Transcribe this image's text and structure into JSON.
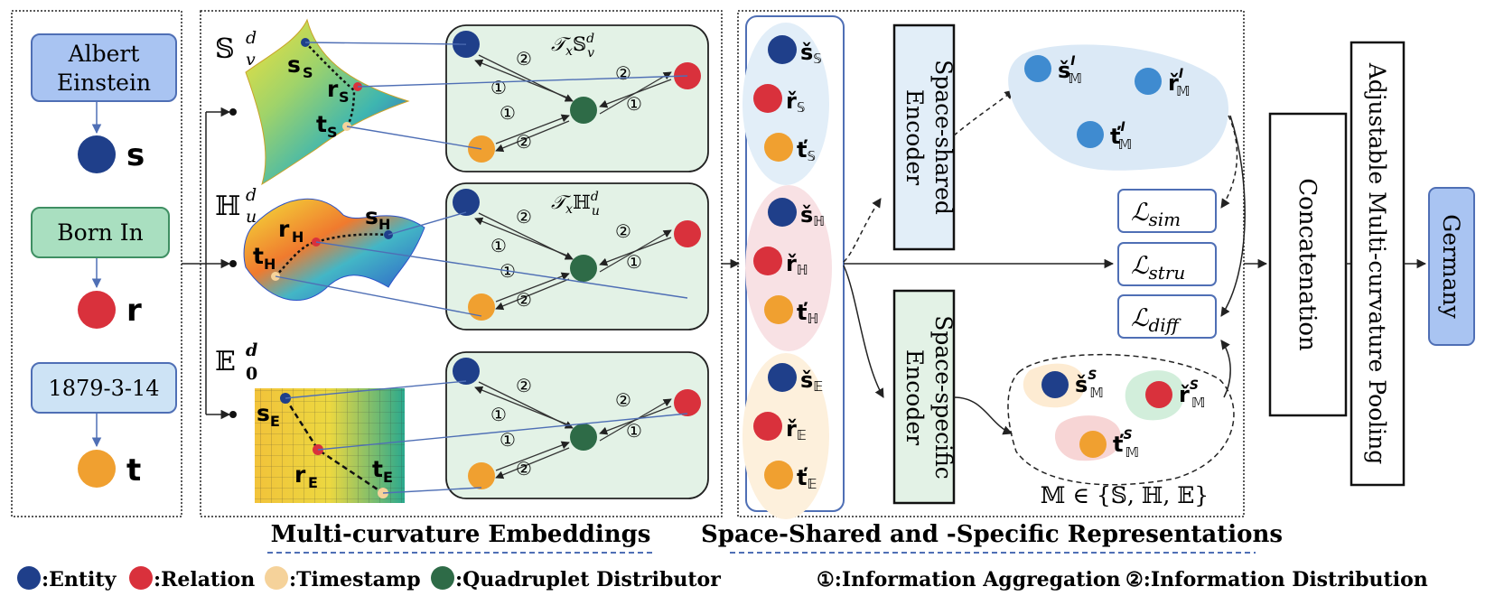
{
  "input": {
    "subject": {
      "label_line1": "Albert",
      "label_line2": "Einstein",
      "symbol": "s"
    },
    "relation": {
      "label": "Born In",
      "symbol": "r"
    },
    "time": {
      "label": "1879-3-14",
      "symbol": "t"
    }
  },
  "manifolds": {
    "sphere": {
      "name": "𝕊",
      "sub": "v",
      "sup": "d",
      "tangent_name": "𝒯",
      "tangent_sub": "x",
      "tangent_space": "𝕊",
      "tangent_space_sub": "v",
      "tangent_space_sup": "d",
      "s_label": "s",
      "s_sub": "S",
      "r_label": "r",
      "r_sub": "S",
      "t_label": "t",
      "t_sub": "S"
    },
    "hyperbolic": {
      "name": "ℍ",
      "sub": "u",
      "sup": "d",
      "tangent_name": "𝒯",
      "tangent_sub": "x",
      "tangent_space": "ℍ",
      "tangent_space_sub": "u",
      "tangent_space_sup": "d",
      "s_label": "s",
      "s_sub": "H",
      "r_label": "r",
      "r_sub": "H",
      "t_label": "t",
      "t_sub": "H"
    },
    "euclidean": {
      "name": "𝔼",
      "sub": "0",
      "sup": "d",
      "s_label": "s",
      "s_sub": "E",
      "r_label": "r",
      "r_sub": "E",
      "t_label": "t",
      "t_sub": "E"
    },
    "step1": "①",
    "step2": "②"
  },
  "section_titles": {
    "embeddings": "Multi-curvature Embeddings",
    "representations": "Space-Shared and -Specific Representations"
  },
  "projected": {
    "s": "š",
    "r": "ř",
    "t": "ť",
    "sphere_sub": "𝕊",
    "hyper_sub": "ℍ",
    "eucl_sub": "𝔼"
  },
  "encoders": {
    "shared_line1": "Space-shared",
    "shared_line2": "Encoder",
    "specific_line1": "Space-specific",
    "specific_line2": "Encoder"
  },
  "shared_outputs": {
    "s": "š",
    "r": "ř",
    "t": "ť",
    "sub": "𝕄",
    "sup": "I"
  },
  "specific_outputs": {
    "s": "š",
    "r": "ř",
    "t": "ť",
    "sub": "𝕄",
    "sup": "S"
  },
  "manifold_set": "𝕄 ∈ {𝕊, ℍ, 𝔼}",
  "losses": {
    "symbol": "ℒ",
    "sim": "sim",
    "stru": "stru",
    "diff": "diff"
  },
  "concat_label": "Concatenation",
  "pooling_label": "Adjustable Multi-curvature Pooling",
  "output_label": "Germany",
  "legend": {
    "entity": ":Entity",
    "relation": ":Relation",
    "timestamp": ":Timestamp",
    "distributor": ":Quadruplet Distributor",
    "aggregation": "①:Information Aggregation",
    "distribution": "②:Information Distribution"
  },
  "colors": {
    "entity": "#1f3f8a",
    "relation": "#d9313c",
    "timestamp": "#f0a030",
    "timestamp_light": "#f5d29a",
    "distributor": "#2e6b47",
    "tangent_bg": "#e3f2e6",
    "input_blue": "#a9c4f2",
    "input_green": "#a9dfc0",
    "input_lightblue": "#cde3f5",
    "output_bg": "#a9c4f2"
  }
}
